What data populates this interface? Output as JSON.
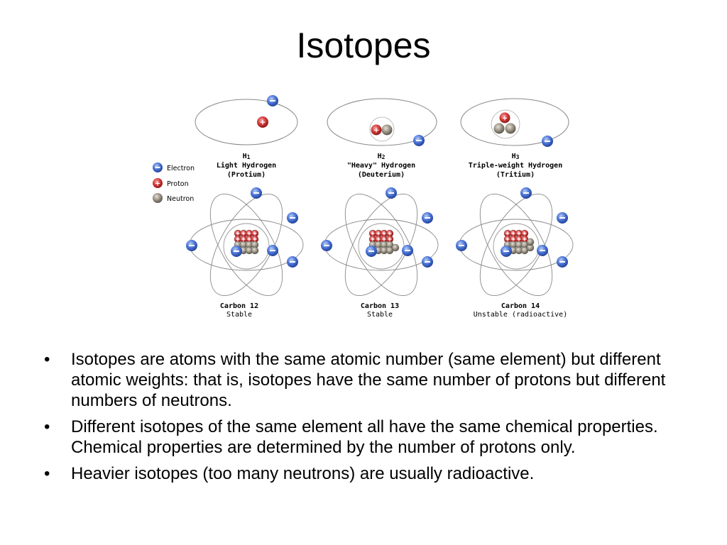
{
  "slide": {
    "title": "Isotopes"
  },
  "legend": {
    "electron": "Electron",
    "proton": "Proton",
    "neutron": "Neutron"
  },
  "hydrogen": [
    {
      "symbol": "H",
      "sub": "1",
      "name": "Light Hydrogen",
      "alias": "(Protium)"
    },
    {
      "symbol": "H",
      "sub": "2",
      "name": "\"Heavy\" Hydrogen",
      "alias": "(Deuterium)"
    },
    {
      "symbol": "H",
      "sub": "3",
      "name": "Triple-weight Hydrogen",
      "alias": "(Tritium)"
    }
  ],
  "carbon": [
    {
      "name": "Carbon 12",
      "status": "Stable"
    },
    {
      "name": "Carbon 13",
      "status": "Stable"
    },
    {
      "name": "Carbon 14",
      "status": "Unstable (radioactive)"
    }
  ],
  "bullets": [
    "Isotopes are atoms with the same atomic number (same element) but different atomic weights: that is, isotopes have the same number of protons but different numbers of neutrons.",
    "Different isotopes of the same element all have the same chemical properties. Chemical properties are determined by the number of protons only.",
    "Heavier isotopes (too many neutrons) are usually radioactive."
  ],
  "bullet_char": "•",
  "colors": {
    "electron": "#4a74d6",
    "proton": "#d23a3a",
    "neutron": "#8a8478"
  }
}
